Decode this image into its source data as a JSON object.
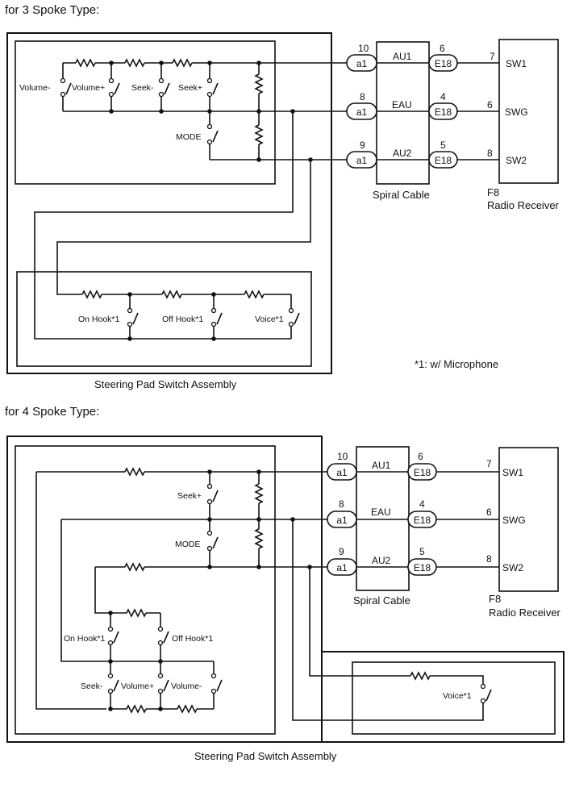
{
  "top": {
    "heading": "for 3 Spoke Type:",
    "assembly_caption": "Steering Pad Switch Assembly",
    "footnote": "*1: w/ Microphone",
    "switches": {
      "volume_minus": "Volume-",
      "volume_plus": "Volume+",
      "seek_minus": "Seek-",
      "seek_plus": "Seek+",
      "mode": "MODE",
      "on_hook": "On Hook*1",
      "off_hook": "Off Hook*1",
      "voice": "Voice*1"
    }
  },
  "bottom": {
    "heading": "for 4 Spoke Type:",
    "assembly_caption": "Steering Pad Switch Assembly",
    "switches": {
      "seek_plus": "Seek+",
      "mode": "MODE",
      "on_hook": "On Hook*1",
      "off_hook": "Off Hook*1",
      "seek_minus": "Seek-",
      "volume_plus": "Volume+",
      "volume_minus": "Volume-",
      "voice": "Voice*1"
    }
  },
  "connections": {
    "spiral_cable": "Spiral Cable",
    "spiral_connector": "a1",
    "harness_connector": "E18",
    "receiver_code": "F8",
    "receiver_name": "Radio Receiver",
    "lines": [
      {
        "a1_pin": "10",
        "signal": "AU1",
        "e18_pin": "6",
        "f8_pin": "7",
        "terminal": "SW1"
      },
      {
        "a1_pin": "8",
        "signal": "EAU",
        "e18_pin": "4",
        "f8_pin": "6",
        "terminal": "SWG"
      },
      {
        "a1_pin": "9",
        "signal": "AU2",
        "e18_pin": "5",
        "f8_pin": "8",
        "terminal": "SW2"
      }
    ]
  }
}
